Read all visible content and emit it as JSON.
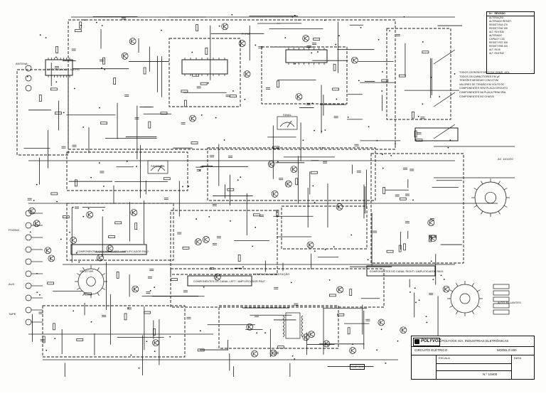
{
  "sheet": {
    "title_block": {
      "company": "POLYVOX S/A. INDUSTRIAS ELETRÔNICAS",
      "drawing_type": "CIRCUITO ELÉTRICO",
      "model": "MODELO 600",
      "drawing_number": "N.º 10400",
      "scale": "ESCALA",
      "date": "DATA",
      "logo_text": "POLYVOX"
    },
    "revision_table": {
      "header_no": "N.º",
      "header_text": "REVISÃO",
      "rows": [
        "ALTERAÇÃO",
        "ALTERADO RESIST.",
        "RESIST R44 470",
        "RESIST R46 10K",
        "ALT. R19 R30",
        "ALTERADO",
        "CAPACIT C33",
        "RESIST R97 10K",
        "RESIST R98 100",
        "ALT. R105",
        "ALT. R18 R42"
      ]
    },
    "notes": [
      "TODOS OS RESISTORES EM OHMS, ±5%",
      "TODOS OS CAPACITORES EM µF",
      "TENSÕES MEDIDAS COM VTVM",
      "VALORES DE TENSÃO EM VOLTS DC",
      "COMPONENTES SEM PLACA CIRCUITO",
      "COMPONENTES NA PLACA PRINCIPAL",
      "COMPONENTES NO CHASSI"
    ],
    "module_labels": {
      "tuner_module": "SINTONIZADOR AM/FM",
      "fm_if": "FI FM",
      "meter_signal": "SINAL",
      "meter_tuning": "SINTONIA",
      "board_1": "COMPONENTES DO CANAL LEFT / AMPLIFICADOR R642",
      "board_2": "COMPONENTES DO CANAL LEFT / AMPLIFICADOR R647",
      "board_3": "COMPONENTES DO CANAL RIGHT / AMPLIFICADOR R643",
      "power_supply": "FONTE DE ALIMENTAÇÃO",
      "selector": "SELETOR",
      "ref_code": "CNR 500",
      "antenna": "ANTENA",
      "phono": "PHONO",
      "aux": "AUX",
      "tape": "TAPE",
      "speakers": "ALTO FALANTES",
      "ac_line": "AC 110/220"
    }
  }
}
